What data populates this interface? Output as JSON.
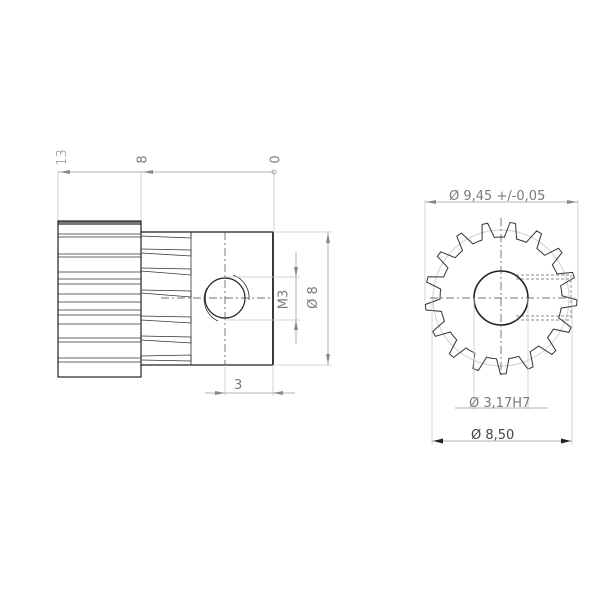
{
  "drawing": {
    "title": "Spur gear technical drawing",
    "side_view": {
      "ruler_labels": [
        "13",
        "8",
        "0"
      ],
      "hole_thread_label": "M3",
      "hub_diameter_label": "Ø 8",
      "set_screw_offset_label": "3"
    },
    "front_view": {
      "outer_diameter_label": "Ø 9,45 +/-0,05",
      "bore_diameter_label": "Ø 3,17H7",
      "hub_width_label": "Ø 8,50",
      "teeth_count": 17
    }
  },
  "colors": {
    "line": "#222222",
    "dimension": "#7a7a7a",
    "extension": "#c8c8c8",
    "background": "#ffffff"
  }
}
